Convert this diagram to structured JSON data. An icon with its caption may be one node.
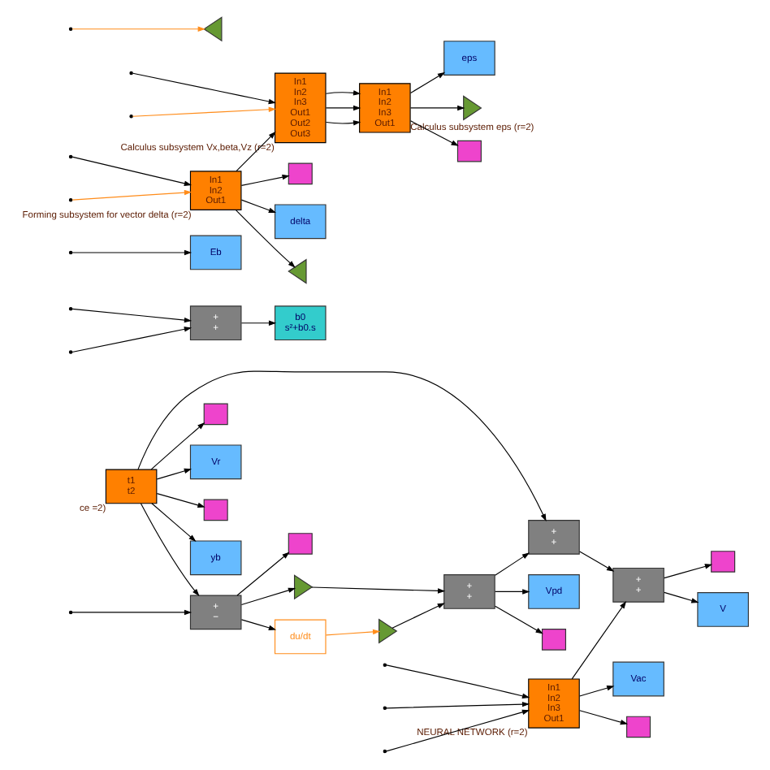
{
  "diagram": {
    "nodes": [
      {
        "text": [
          "t1",
          "t2"
        ],
        "beside": [
          "ce =2)"
        ]
      },
      {
        "text": [],
        "shape": "box"
      },
      {
        "text": [
          "Vr"
        ]
      },
      {
        "text": [],
        "shape": "box"
      },
      {
        "text": [
          "yb"
        ]
      },
      {
        "text": [
          "+",
          "−"
        ]
      },
      {
        "text": [],
        "shape": "box"
      },
      {
        "text": [],
        "shape": "triangle"
      },
      {
        "text": [
          "du/dt"
        ]
      },
      {
        "text": [],
        "shape": "triangle"
      },
      {
        "text": [
          "+",
          "+"
        ]
      },
      {
        "text": [],
        "shape": "box"
      },
      {
        "text": [
          "Vpd"
        ]
      },
      {
        "text": [
          "+",
          "+"
        ]
      },
      {
        "text": [
          "+",
          "+"
        ]
      },
      {
        "text": [],
        "shape": "box"
      },
      {
        "text": [
          "V"
        ]
      },
      {
        "text": [
          "+",
          "+"
        ]
      },
      {
        "text": [
          "b0",
          "s²+b0.s"
        ]
      },
      {
        "text": [
          "In1",
          "In2",
          "In3",
          "Out1"
        ],
        "beside": [
          "NEURAL NETWORK (r=2)"
        ]
      },
      {
        "text": [],
        "shape": "box"
      },
      {
        "text": [
          "Vac"
        ]
      },
      {
        "text": [
          "Eb"
        ]
      },
      {
        "text": [
          "In1",
          "In2",
          "Out1"
        ],
        "beside": [
          "Forming subsystem for vector delta (r=2)"
        ]
      },
      {
        "text": [],
        "shape": "box"
      },
      {
        "text": [
          "delta"
        ]
      },
      {
        "text": [
          "In1",
          "In2",
          "In3",
          "Out1",
          "Out2",
          "Out3"
        ],
        "beside": [
          "Calculus subsystem Vx,beta,Vz (r=2)"
        ]
      },
      {
        "text": [
          "In1",
          "In2",
          "In3",
          "Out1"
        ],
        "beside": [
          "Calculus subsystem eps (r=2)"
        ]
      },
      {
        "text": [
          "eps"
        ]
      },
      {
        "text": [],
        "shape": "triangle"
      },
      {
        "text": [],
        "shape": "box"
      },
      {
        "text": [],
        "shape": "triangle"
      },
      {
        "text": [],
        "shape": "triangle"
      }
    ],
    "edges": [
      {
        "from": 0,
        "to": 1,
        "arrow": "to"
      },
      {
        "from": 0,
        "to": 2,
        "arrow": "to"
      },
      {
        "from": 0,
        "to": 13,
        "arrow": "to"
      },
      {
        "from": 0,
        "to": 3,
        "arrow": "to"
      },
      {
        "from": 0,
        "to": 4,
        "arrow": "to"
      },
      {
        "from": 0,
        "to": 5,
        "arrow": "to"
      },
      {
        "from": null,
        "to": 5,
        "arrow": "to"
      },
      {
        "from": 5,
        "to": 6,
        "arrow": "to"
      },
      {
        "from": 5,
        "to": 7,
        "arrow": "to"
      },
      {
        "from": 5,
        "to": 8,
        "arrow": "to"
      },
      {
        "from": 8,
        "to": 9,
        "arrow": "to",
        "color": "#ff8c1a"
      },
      {
        "from": 7,
        "to": 10,
        "arrow": "to"
      },
      {
        "from": 9,
        "to": 10,
        "arrow": "to"
      },
      {
        "from": 10,
        "to": 11,
        "arrow": "to"
      },
      {
        "from": 10,
        "to": 12,
        "arrow": "to"
      },
      {
        "from": 10,
        "to": 13,
        "arrow": "to"
      },
      {
        "from": 13,
        "to": 14,
        "arrow": "to"
      },
      {
        "from": 19,
        "to": 14,
        "arrow": "to"
      },
      {
        "from": 14,
        "to": 15,
        "arrow": "to"
      },
      {
        "from": 14,
        "to": 16,
        "arrow": "to"
      },
      {
        "from": null,
        "to": 17,
        "arrow": "to"
      },
      {
        "from": null,
        "to": 17,
        "arrow": "to"
      },
      {
        "from": 17,
        "to": 18,
        "arrow": "to"
      },
      {
        "from": null,
        "to": 19,
        "arrow": "to"
      },
      {
        "from": null,
        "to": 19,
        "arrow": "to"
      },
      {
        "from": null,
        "to": 19,
        "arrow": "to"
      },
      {
        "from": 19,
        "to": 20,
        "arrow": "to"
      },
      {
        "from": 19,
        "to": 21,
        "arrow": "to"
      },
      {
        "from": null,
        "to": 22,
        "arrow": "to"
      },
      {
        "from": null,
        "to": 23,
        "arrow": "to"
      },
      {
        "from": null,
        "to": 23,
        "arrow": "to",
        "color": "#ff8c1a"
      },
      {
        "from": null,
        "to": 31,
        "arrow": "to",
        "color": "#ff8c1a"
      },
      {
        "from": 23,
        "to": 32,
        "arrow": "to"
      },
      {
        "from": 23,
        "to": 24,
        "arrow": "to"
      },
      {
        "from": 23,
        "to": 25,
        "arrow": "to"
      },
      {
        "from": 23,
        "to": 26,
        "arrow": "to"
      },
      {
        "from": null,
        "to": 26,
        "arrow": "to"
      },
      {
        "from": null,
        "to": 26,
        "arrow": "to",
        "color": "#ff8c1a"
      },
      {
        "from": 26,
        "to": 27,
        "arrow": "to"
      },
      {
        "from": 26,
        "to": 27,
        "arrow": "to"
      },
      {
        "from": 26,
        "to": 27,
        "arrow": "to"
      },
      {
        "from": 27,
        "to": 28,
        "arrow": "to"
      },
      {
        "from": 27,
        "to": 29,
        "arrow": "to"
      },
      {
        "from": 27,
        "to": 30,
        "arrow": "to"
      }
    ]
  }
}
